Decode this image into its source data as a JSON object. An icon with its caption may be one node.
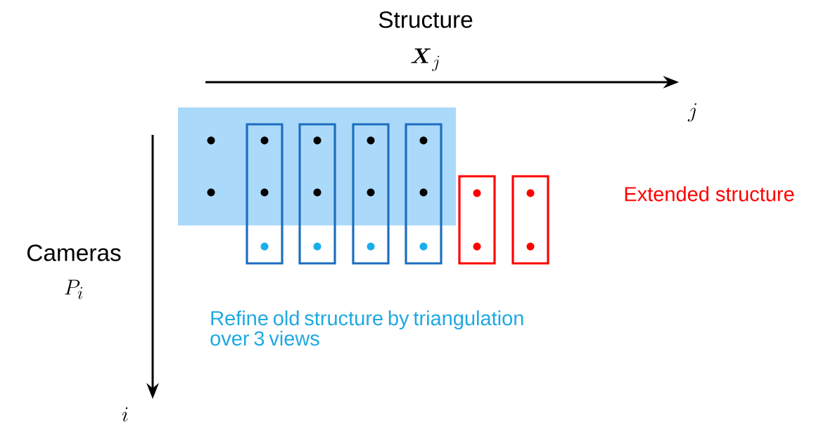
{
  "diagram": {
    "nodes": [
      {
        "text": [],
        "shape": "box"
      },
      {
        "text": [],
        "shape": "box"
      },
      {
        "text": [],
        "shape": "box"
      },
      {
        "text": [],
        "shape": "box"
      },
      {
        "text": [],
        "shape": "box"
      },
      {
        "text": [],
        "shape": "box"
      },
      {
        "text": [],
        "shape": "box"
      }
    ],
    "labels": [
      "Structure",
      "\\boldsymbol{X}_j",
      "j",
      "Cameras",
      "P_i",
      "i",
      "Extended structure",
      "Refine old structure by triangulation over 3 views"
    ]
  }
}
